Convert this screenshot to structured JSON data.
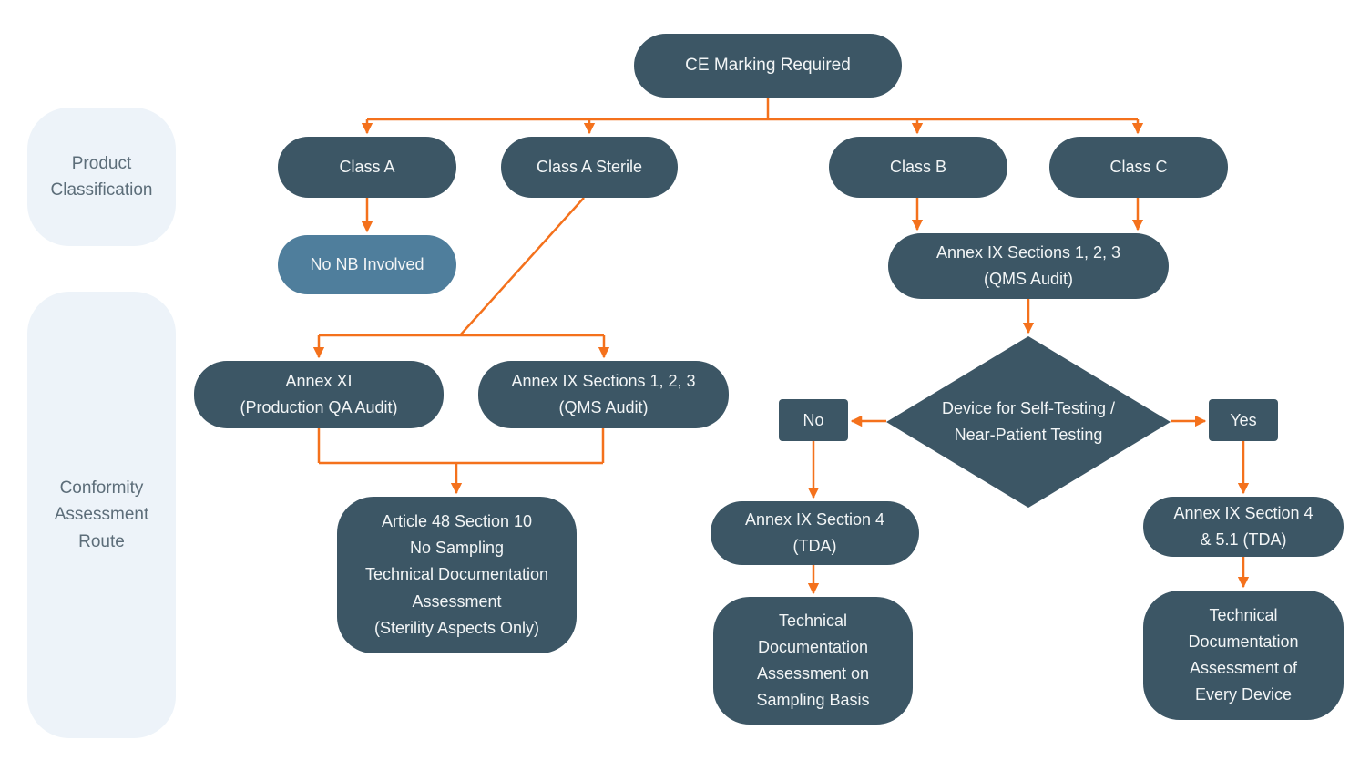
{
  "palette": {
    "dark": "#3c5665",
    "light_node": "#4f7e9c",
    "arrow": "#f4711c",
    "node_text": "#f2f5f6",
    "side_bg": "#edf3f9",
    "side_text": "#5c6d79"
  },
  "side_panels": {
    "product_classification": {
      "label": "Product\nClassification"
    },
    "conformity_route": {
      "label": "Conformity\nAssessment\nRoute"
    }
  },
  "nodes": {
    "ce_marking": {
      "label": "CE Marking Required"
    },
    "class_a": {
      "label": "Class A"
    },
    "class_a_sterile": {
      "label": "Class A Sterile"
    },
    "class_b": {
      "label": "Class B"
    },
    "class_c": {
      "label": "Class C"
    },
    "no_nb": {
      "label": "No NB Involved"
    },
    "annex_xi": {
      "label": "Annex XI\n(Production QA Audit)"
    },
    "annex_ix_qms_left": {
      "label": "Annex IX Sections 1, 2, 3\n(QMS Audit)"
    },
    "article_48": {
      "label": "Article 48 Section 10\nNo Sampling\nTechnical Documentation\nAssessment\n(Sterility Aspects Only)"
    },
    "annex_ix_qms_right": {
      "label": "Annex IX Sections 1, 2, 3\n(QMS Audit)"
    },
    "decision": {
      "label": "Device for Self-Testing /\nNear-Patient Testing"
    },
    "no": {
      "label": "No"
    },
    "yes": {
      "label": "Yes"
    },
    "annex_ix_s4": {
      "label": "Annex IX Section 4\n(TDA)"
    },
    "tda_sampling": {
      "label": "Technical\nDocumentation\nAssessment on\nSampling Basis"
    },
    "annex_ix_s4_51": {
      "label": "Annex IX Section 4\n& 5.1 (TDA)"
    },
    "tda_every": {
      "label": "Technical\nDocumentation\nAssessment of\nEvery Device"
    }
  }
}
